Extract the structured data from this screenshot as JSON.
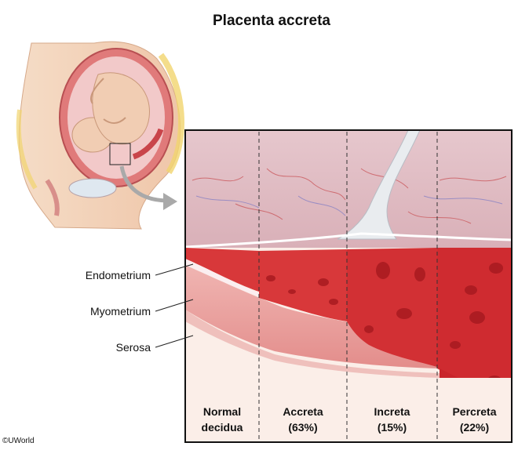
{
  "title": "Placenta accreta",
  "layer_labels": {
    "endometrium": "Endometrium",
    "myometrium": "Myometrium",
    "serosa": "Serosa"
  },
  "columns": [
    {
      "line1": "Normal",
      "line2": "decidua"
    },
    {
      "line1": "Accreta",
      "line2": "(63%)"
    },
    {
      "line1": "Increta",
      "line2": "(15%)"
    },
    {
      "line1": "Percreta",
      "line2": "(22%)"
    }
  ],
  "copyright": "©UWorld",
  "colors": {
    "placenta": "#e9c9cf",
    "decidua_red": "#d8383a",
    "myometrium": "#e89a98",
    "skin": "#f3d2b8",
    "divider": "#333333"
  }
}
